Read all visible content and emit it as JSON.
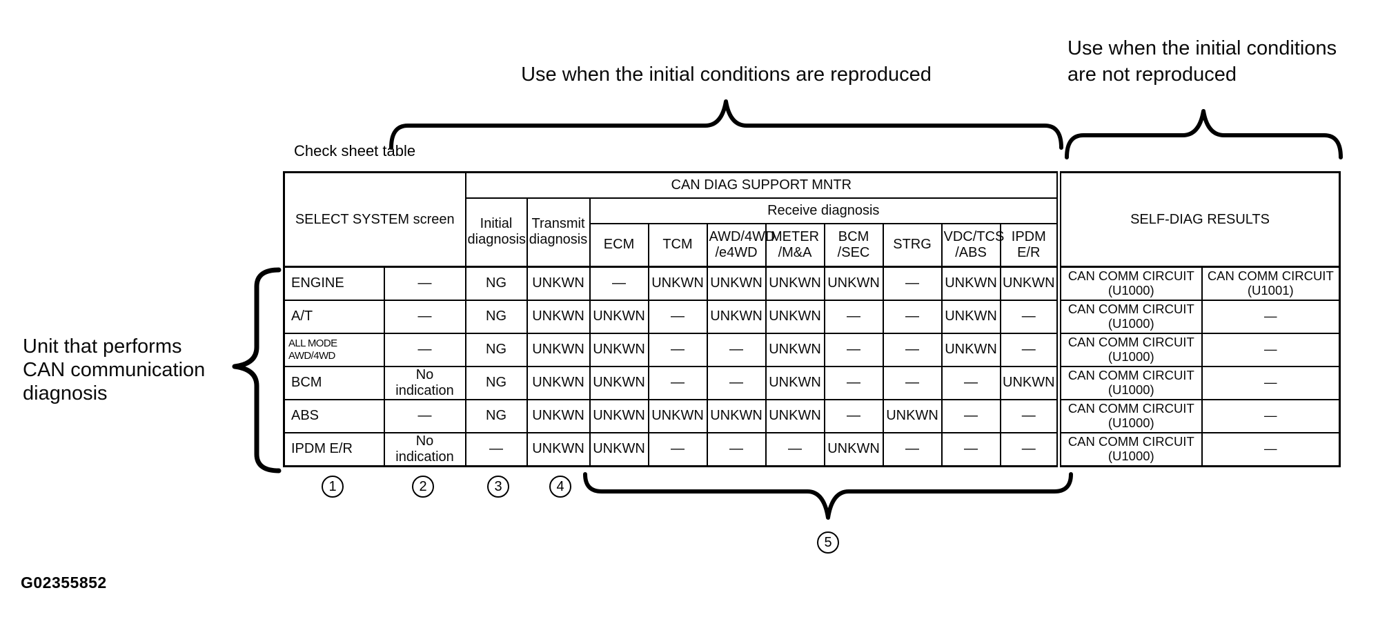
{
  "annotations": {
    "check_sheet_label": "Check sheet table",
    "reproduced": "Use when the initial conditions are reproduced",
    "not_reproduced": "Use when the initial conditions\nare not reproduced",
    "unit": "Unit that performs\nCAN communication\ndiagnosis",
    "figure_id": "G02355852"
  },
  "callouts": {
    "c1": "1",
    "c2": "2",
    "c3": "3",
    "c4": "4",
    "c5": "5"
  },
  "table": {
    "header": {
      "select_system": "SELECT SYSTEM screen",
      "can_diag": "CAN DIAG SUPPORT MNTR",
      "receive": "Receive diagnosis",
      "initial": "Initial\ndiagnosis",
      "transmit": "Transmit\ndiagnosis",
      "ecus": {
        "ecm": "ECM",
        "tcm": "TCM",
        "awd": "AWD/4WD\n/e4WD",
        "meter": "METER\n/M&A",
        "bcm": "BCM\n/SEC",
        "strg": "STRG",
        "vdc": "VDC/TCS\n/ABS",
        "ipdm": "IPDM\nE/R"
      },
      "self_diag": "SELF-DIAG RESULTS"
    },
    "rows": [
      {
        "cells": [
          "ENGINE",
          "—",
          "NG",
          "UNKWN",
          "—",
          "UNKWN",
          "UNKWN",
          "UNKWN",
          "UNKWN",
          "—",
          "UNKWN",
          "UNKWN",
          "CAN COMM CIRCUIT\n(U1000)",
          "CAN COMM CIRCUIT\n(U1001)"
        ]
      },
      {
        "cells": [
          "A/T",
          "—",
          "NG",
          "UNKWN",
          "UNKWN",
          "—",
          "UNKWN",
          "UNKWN",
          "—",
          "—",
          "UNKWN",
          "—",
          "CAN COMM CIRCUIT\n(U1000)",
          "—"
        ]
      },
      {
        "cells": [
          "ALL MODE AWD/4WD",
          "—",
          "NG",
          "UNKWN",
          "UNKWN",
          "—",
          "—",
          "UNKWN",
          "—",
          "—",
          "UNKWN",
          "—",
          "CAN COMM CIRCUIT\n(U1000)",
          "—"
        ],
        "small": true
      },
      {
        "cells": [
          "BCM",
          "No indication",
          "NG",
          "UNKWN",
          "UNKWN",
          "—",
          "—",
          "UNKWN",
          "—",
          "—",
          "—",
          "UNKWN",
          "CAN COMM CIRCUIT\n(U1000)",
          "—"
        ]
      },
      {
        "cells": [
          "ABS",
          "—",
          "NG",
          "UNKWN",
          "UNKWN",
          "UNKWN",
          "UNKWN",
          "UNKWN",
          "—",
          "UNKWN",
          "—",
          "—",
          "CAN COMM CIRCUIT\n(U1000)",
          "—"
        ]
      },
      {
        "cells": [
          "IPDM E/R",
          "No indication",
          "—",
          "UNKWN",
          "UNKWN",
          "—",
          "—",
          "—",
          "UNKWN",
          "—",
          "—",
          "—",
          "CAN COMM CIRCUIT\n(U1000)",
          "—"
        ]
      }
    ]
  }
}
